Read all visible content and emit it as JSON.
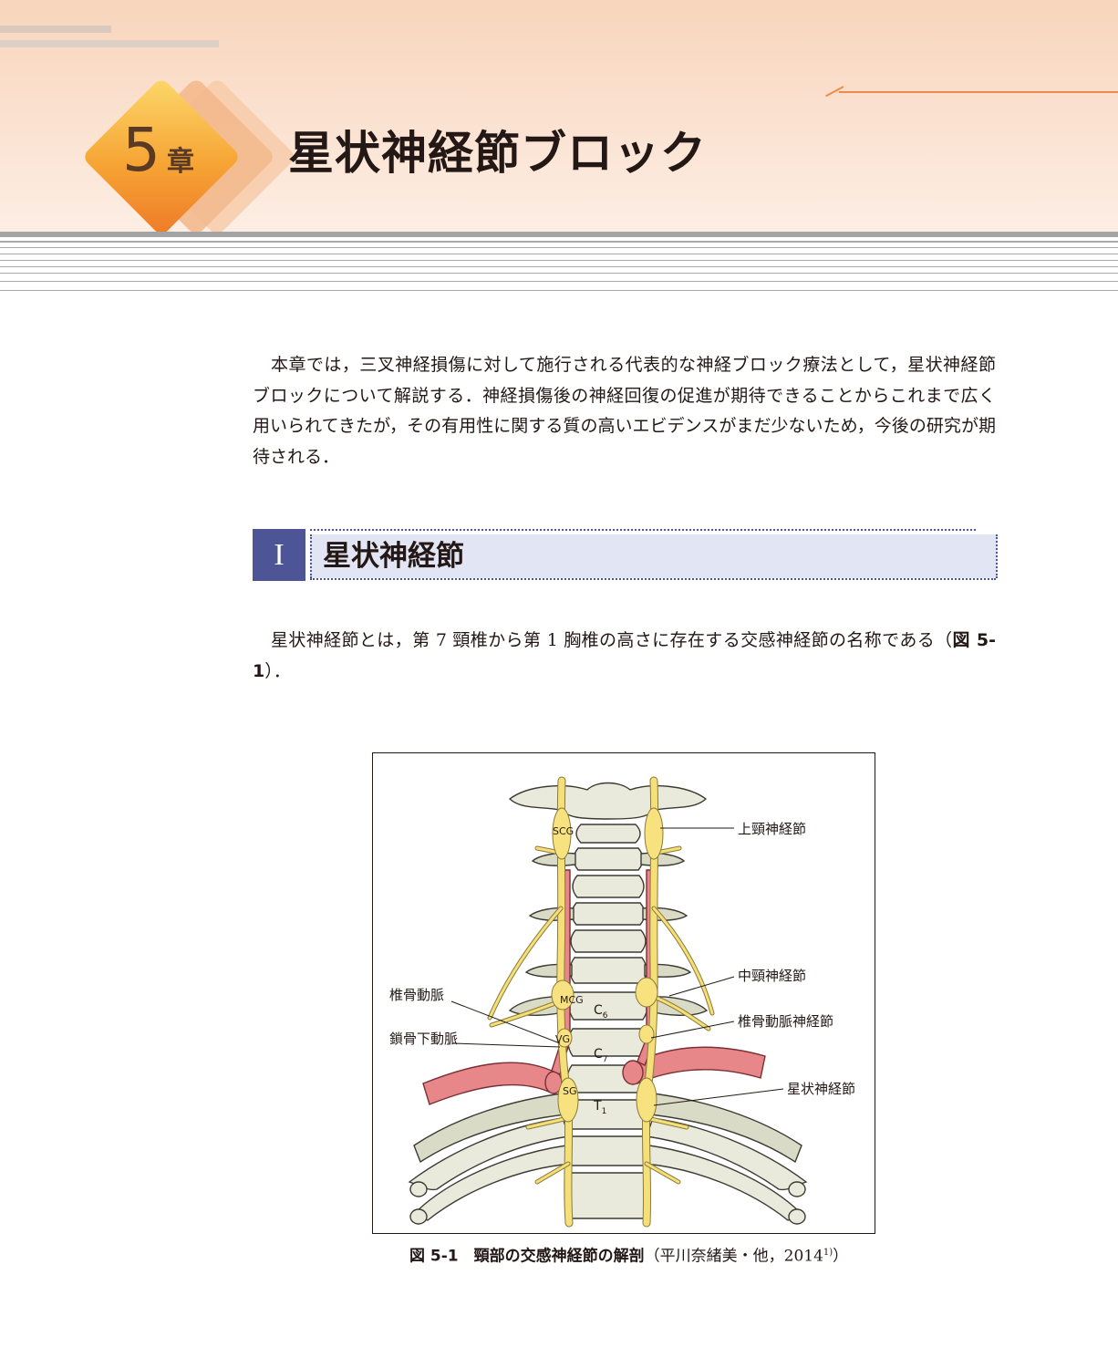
{
  "chapter": {
    "number": "5",
    "suffix": "章",
    "title": "星状神経節ブロック"
  },
  "intro": "本章では，三叉神経損傷に対して施行される代表的な神経ブロック療法として，星状神経節ブロックについて解説する．神経損傷後の神経回復の促進が期待できることからこれまで広く用いられてきたが，その有用性に関する質の高いエビデンスがまだ少ないため，今後の研究が期待される．",
  "section": {
    "number": "I",
    "title": "星状神経節",
    "paragraph_before": "星状神経節とは，第 7 頸椎から第 1 胸椎の高さに存在する交感神経節の名称である（",
    "paragraph_ref": "図 5-1",
    "paragraph_after": "）．"
  },
  "figure": {
    "labels": {
      "scg": "SCG",
      "mcg": "MCG",
      "vg": "VG",
      "sg": "SG",
      "c6": "C",
      "c6_sub": "6",
      "c7": "C",
      "c7_sub": "7",
      "t1": "T",
      "t1_sub": "1",
      "superior_cervical_ganglion": "上頸神経節",
      "middle_cervical_ganglion": "中頸神経節",
      "vertebral_ganglion": "椎骨動脈神経節",
      "stellate_ganglion": "星状神経節",
      "vertebral_artery": "椎骨動脈",
      "subclavian_artery": "鎖骨下動脈"
    },
    "caption_label": "図 5-1　頸部の交感神経節の解剖",
    "caption_source": "（平川奈緒美・他，2014",
    "caption_ref": "1)",
    "caption_close": "）"
  }
}
